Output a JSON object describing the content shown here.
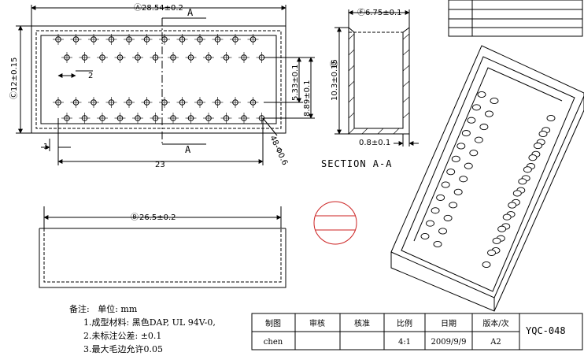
{
  "top_view": {
    "width_dim": "28.54±0.2",
    "width_callout": "A",
    "height_dim": "12±0.15",
    "height_callout": "C",
    "pitch_v1": "5.33±0.1",
    "pitch_v2": "8.89±0.1",
    "pitch_h": "2",
    "edge_offset": "1",
    "span": "23",
    "hole": "48-Φ0.6",
    "section_a_top": "A",
    "section_a_bottom": "A"
  },
  "section_view": {
    "width_dim": "6.75±0.1",
    "width_callout": "F",
    "height_dim": "10.3±0.15",
    "height_callout": "D",
    "wall_dim": "0.8±0.1",
    "title": "SECTION  A-A"
  },
  "side_view": {
    "width_dim": "26.5±0.2",
    "width_callout": "B"
  },
  "notes": {
    "heading": "备注:",
    "unit": "单位: mm",
    "items": [
      "1.成型材料: 黑色DAP,  UL 94V-0,",
      "2.未标注公差:  ±0.1",
      "3.最大毛边允许0.05"
    ]
  },
  "title_block": {
    "headers": [
      "制图",
      "审核",
      "核准",
      "比例",
      "日期",
      "版本/次"
    ],
    "values": [
      "chen",
      "",
      "",
      "4:1",
      "2009/9/9",
      "A2"
    ],
    "drawing_no": "YQC-048"
  },
  "colors": {
    "line": "#000000",
    "stamp": "#cc2222"
  }
}
